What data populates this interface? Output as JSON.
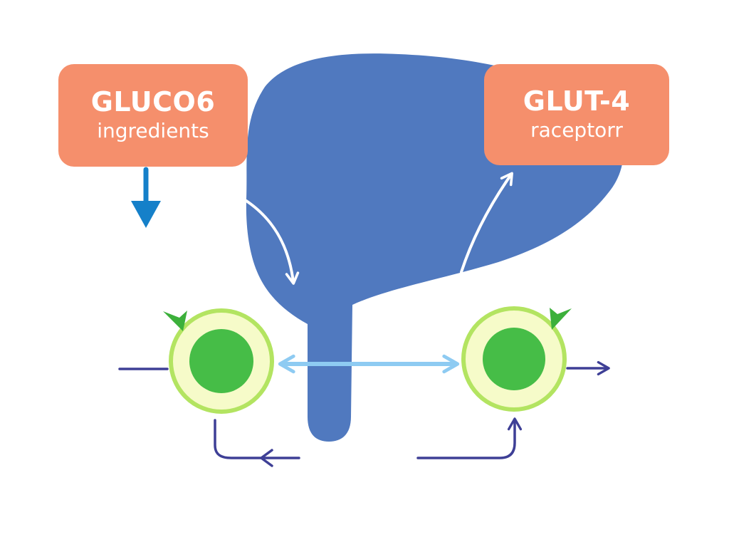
{
  "colors": {
    "organ": "#5079bf",
    "label_box": "#f58f6c",
    "label_text": "#ffffff",
    "cell_outer_fill": "#f6fbc9",
    "cell_outer_ring": "#b3e461",
    "cell_nucleus": "#46bd47",
    "cell_marker": "#3cb03b",
    "down_arrow": "#1580c9",
    "double_arrow": "#8ecbf2",
    "pathway_arrow": "#3e3f96",
    "curved_arrow": "#ffffff"
  },
  "labels": {
    "left": {
      "title": "GLUCO6",
      "subtitle": "ingredients"
    },
    "right": {
      "title": "GLUT-4",
      "subtitle": "raceptorr"
    }
  },
  "icons": {
    "organ": "organ-shape",
    "left_cell": "cell-icon",
    "right_cell": "cell-icon",
    "marker": "leaf-marker-icon"
  }
}
